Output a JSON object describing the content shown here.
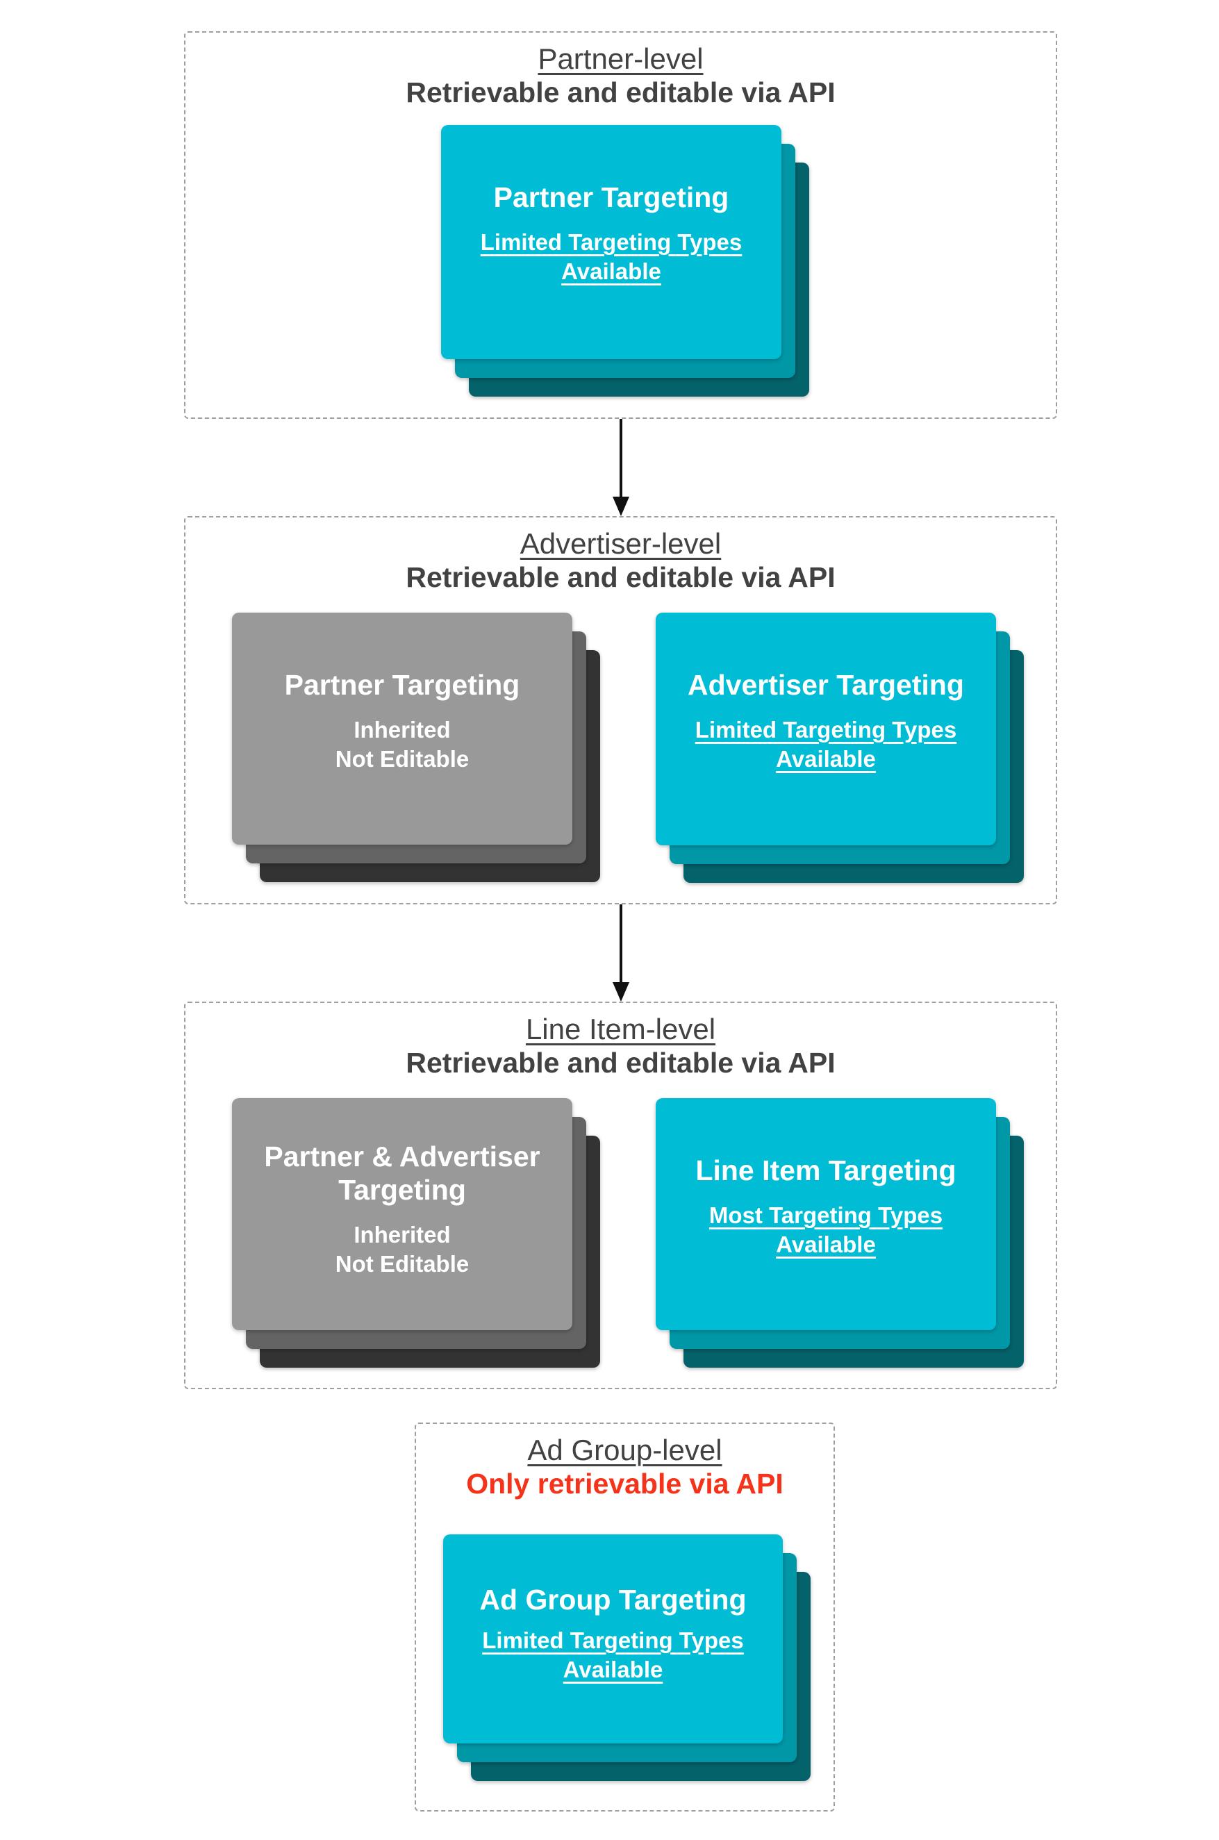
{
  "colors": {
    "teal": "#00BCD4",
    "teal_mid": "#0097A7",
    "teal_dark": "#04626A",
    "gray": "#999999",
    "gray_mid": "#646464",
    "gray_dark": "#333333",
    "heading": "#424242",
    "red": "#F4331A",
    "border": "#9E9E9E",
    "arrow": "#111111",
    "card_text": "#FFFFFF"
  },
  "sections": [
    {
      "title": "Partner-level",
      "subtitle": "Retrievable and editable via API",
      "cards": [
        {
          "title": "Partner Targeting",
          "lines": [
            "Limited Targeting Types",
            "Available"
          ]
        }
      ]
    },
    {
      "title": "Advertiser-level",
      "subtitle": "Retrievable and editable via API",
      "cards": [
        {
          "title": "Partner Targeting",
          "lines": [
            "Inherited",
            "Not Editable"
          ]
        },
        {
          "title": "Advertiser Targeting",
          "lines": [
            "Limited Targeting Types",
            "Available"
          ]
        }
      ]
    },
    {
      "title": "Line Item-level",
      "subtitle": "Retrievable and editable via API",
      "cards": [
        {
          "title": "Partner & Advertiser Targeting",
          "lines": [
            "Inherited",
            "Not Editable"
          ]
        },
        {
          "title": "Line Item Targeting",
          "lines": [
            "Most Targeting Types",
            "Available"
          ]
        }
      ]
    },
    {
      "title": "Ad Group-level",
      "subtitle": "Only retrievable via API",
      "cards": [
        {
          "title": "Ad Group Targeting",
          "lines": [
            "Limited Targeting Types",
            "Available"
          ]
        }
      ]
    }
  ]
}
